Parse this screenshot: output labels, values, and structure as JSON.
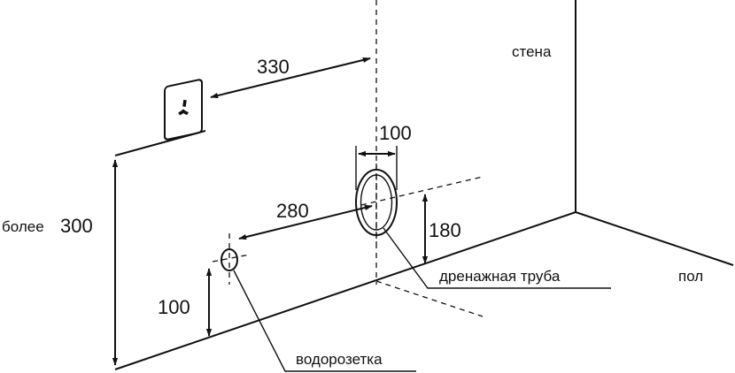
{
  "labels": {
    "wall": "стена",
    "floor": "пол",
    "drain_pipe": "дренажная труба",
    "water_outlet": "водорозетка",
    "more_than": "более"
  },
  "dimensions": {
    "socket_to_axis": "330",
    "pipe_width": "100",
    "outlet_to_pipe": "280",
    "pipe_height": "180",
    "outlet_height": "100",
    "socket_height": "300"
  },
  "icons": {
    "socket": "power-socket-icon"
  }
}
